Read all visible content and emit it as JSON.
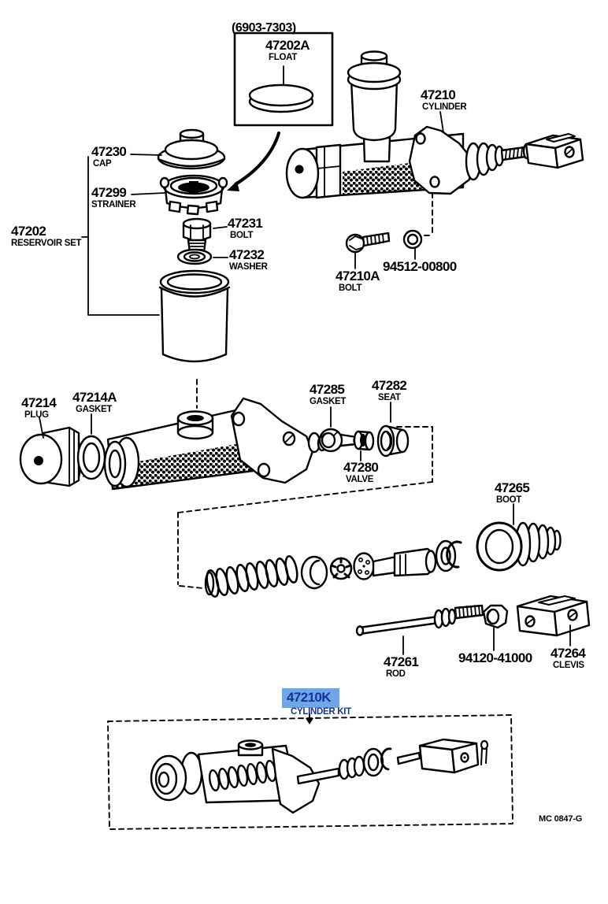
{
  "header": {
    "production_range": "(6903-7303)"
  },
  "footer": {
    "drawing_code": "MC 0847-G"
  },
  "selection": {
    "selected_number": "47210K",
    "highlight_color": "#6FA6E6",
    "selected_text_color": "#15349B"
  },
  "labels": {
    "float": {
      "number": "47202A",
      "name": "FLOAT"
    },
    "cap": {
      "number": "47230",
      "name": "CAP"
    },
    "strainer": {
      "number": "47299",
      "name": "STRAINER"
    },
    "reservoir_set": {
      "number": "47202",
      "name": "RESERVOIR SET"
    },
    "reservoir_bolt": {
      "number": "47231",
      "name": "BOLT"
    },
    "reservoir_washer": {
      "number": "47232",
      "name": "WASHER"
    },
    "cylinder": {
      "number": "47210",
      "name": "CYLINDER"
    },
    "mount_bolt": {
      "number": "47210A",
      "name": "BOLT"
    },
    "mount_nut": {
      "number": "94512-00800"
    },
    "plug": {
      "number": "47214",
      "name": "PLUG"
    },
    "plug_gasket": {
      "number": "47214A",
      "name": "GASKET"
    },
    "outlet_gasket": {
      "number": "47285",
      "name": "GASKET"
    },
    "valve_seat": {
      "number": "47282",
      "name": "SEAT"
    },
    "valve": {
      "number": "47280",
      "name": "VALVE"
    },
    "boot": {
      "number": "47265",
      "name": "BOOT"
    },
    "push_rod": {
      "number": "47261",
      "name": "ROD"
    },
    "rod_nut": {
      "number": "94120-41000"
    },
    "clevis": {
      "number": "47264",
      "name": "CLEVIS"
    },
    "cylinder_kit": {
      "number": "47210K",
      "name": "CYLINDER KIT"
    }
  }
}
